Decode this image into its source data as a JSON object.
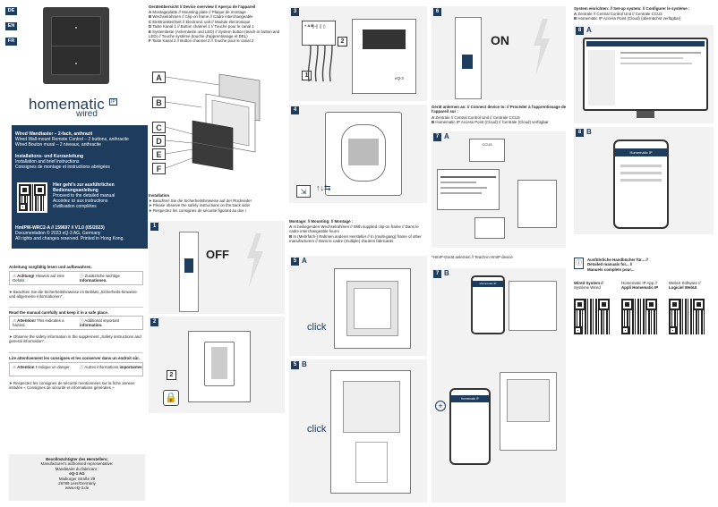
{
  "lang_tabs": [
    "DE",
    "EN",
    "FR"
  ],
  "brand": {
    "name": "homematic",
    "logo_badge": "IP",
    "sub": "wired"
  },
  "product": {
    "lines": [
      "Wired Wandtaster – 2-fach, anthrazit",
      "Wired Wall-mount Remote Control – 2 buttons, anthracite",
      "Wired Bouton mural – 2 niveaux, anthracite"
    ],
    "manual_lines": [
      "Installations- und Kurzanleitung",
      "Installation and brief instructions",
      "Consignes de montage et instructions abrégées"
    ],
    "qr_text": [
      "Hier geht's zur ausführlichen",
      "Bedienungsanleitung",
      "Proceed to the detailed manual",
      "Accédez ici aux instructions",
      "d'utilisation complètes"
    ],
    "doc_lines": [
      "HmIPW-WRC2-A // 159697 // V1.0 (05/2023)",
      "Documentation © 2023 eQ-3 AG, Germany",
      "All rights and changes reserved. Printed in Hong Kong."
    ]
  },
  "warnings": {
    "de_title": "Anleitung sorgfältig lesen und aufbewahren.",
    "de_attention": "Achtung!",
    "de_attention_text": "Hinweis auf eine Gefahr.",
    "de_info": "Zusätzliche wichtige",
    "de_info_text": "Informationen.",
    "de_note": "Beachten Sie die Sicherheitshinweise im Beiblatt „Sicherheits-hinweise und allgemeine Informationen\".",
    "en_title": "Read the manual carefully and keep it in a safe place.",
    "en_attention": "Attention!",
    "en_attention_text": "This indicates a hazard.",
    "en_info": "Additional important",
    "en_info_text": "information.",
    "en_note": "Observe the safety information in the supplement „Safety instructions and general information\".",
    "fr_title": "Lire attentivement les consignes et les conserver dans un endroit sûr.",
    "fr_attention": "Attention !",
    "fr_attention_text": "Indique un danger.",
    "fr_info": "Autres informations",
    "fr_info_text": "importantes",
    "fr_note": "Respectez les consignes de sécurité mentionnées sur la fiche annexe intitulée « Consignes de sécurité et informations générales »"
  },
  "manufacturer": {
    "lines": [
      "Bevollmächtigter des Herstellers:",
      "Manufacturer's authorised representative:",
      "Mandataire du fabricant :"
    ],
    "company": "eQ-3 AG",
    "address": [
      "Maiburger Straße 29",
      "26789 Leer/Germany",
      "www.eQ-3.de"
    ]
  },
  "overview": {
    "title": "Geräteübersicht // Device overview // Aperçu de l'appareil",
    "items": [
      {
        "k": "A",
        "t": "Montageplatte // Mounting plate // Plaque de montage"
      },
      {
        "k": "B",
        "t": "Wechselrahmen // Clip-on frame // Cadre interchangeable"
      },
      {
        "k": "C",
        "t": "Elektronikeinheit // Electronic unit // Module électronique"
      },
      {
        "k": "D",
        "t": "Taste Kanal 1 // Button channel 1 // Touche pour le canal 1"
      },
      {
        "k": "E",
        "t": "Systemtaste (Anlerntaste und LED) // System button (teach-in button and LED) // Touche système (touche d'apprentissage et DEL)"
      },
      {
        "k": "F",
        "t": "Taste Kanal 2 // Button channel 2 // Touche pour le canal 2"
      }
    ],
    "labels": [
      "A",
      "B",
      "C",
      "D",
      "E",
      "F"
    ]
  },
  "installation": {
    "title": "Installation",
    "items": [
      "Beachten Sie die Sicherheitshinweise auf der Rückseite!",
      "Please observe the safety instructions on the back side!",
      "Respectez les consignes de sécurité figurant au dos !"
    ]
  },
  "steps": {
    "s1": "1",
    "s1_text": "OFF",
    "s2": "2",
    "s2_tag": "2",
    "s3": "3",
    "s3_tag": "2",
    "s3_l": "1",
    "s3_a": "A",
    "s3_b": "B",
    "s3_brand": "eQ-3",
    "s4": "4",
    "s5": "5",
    "s5a": "A",
    "s5b": "B",
    "s5_click": "click",
    "s5b_click": "click",
    "s6": "6",
    "s6_text": "ON",
    "s7": "7",
    "s7a": "A",
    "s7b": "B",
    "s8": "8",
    "s8a": "A",
    "s8b": "B",
    "ccu": "CCU3"
  },
  "mounting": {
    "title": "Montage: // Mounting: // Montage :",
    "items": [
      {
        "k": "A",
        "t": "In beiliegenden Wechselrahmen // With supplied clip-on frame // Dans le cadre interchangeable fourni"
      },
      {
        "k": "B",
        "t": "In (Mehrfach-) Rahmen anderer Hersteller // In (multi-gang) frame of other manufacturers // Dans le cadre (multiple) d'autres fabricants"
      }
    ]
  },
  "connect": {
    "title": "Gerät anlernen an: // Connect device to: // Procéder à l'apprentissage de l'appareil sur :",
    "items": [
      {
        "k": "A",
        "t": "Zentrale // Central Control Unit // Centrale CCU3"
      },
      {
        "k": "B",
        "t": "Homematic IP Access Point (Cloud) // Centrale (Cloud) verfügbar"
      }
    ],
    "footnote": "*HmIP-Gerät anlernen // Teach-in HmIP device"
  },
  "system": {
    "title": "System einrichten: // Set-up system: // Configurer le système :",
    "items": [
      {
        "k": "A",
        "t": "Zentrale // Central Control Unit // Centrale CCU3"
      },
      {
        "k": "B",
        "t": "Homematic IP Access Point (Cloud) (übernächst verfügbar)"
      }
    ],
    "app_title": "Homematic IP"
  },
  "manuals": {
    "title": [
      "Ausführliche Handbücher für... //",
      "Detailed manuals for... //",
      "Manuels complets pour..."
    ],
    "cols": [
      {
        "a": "Wired System //",
        "b": "Système Wired"
      },
      {
        "a": "Homematic IP App //",
        "b": "Appli Homematic IP"
      },
      {
        "a": "WebUI Software //",
        "b": "Logiciel WebUI"
      }
    ]
  },
  "colors": {
    "navy": "#1d3c5e",
    "panel": "#f2f2f2"
  }
}
